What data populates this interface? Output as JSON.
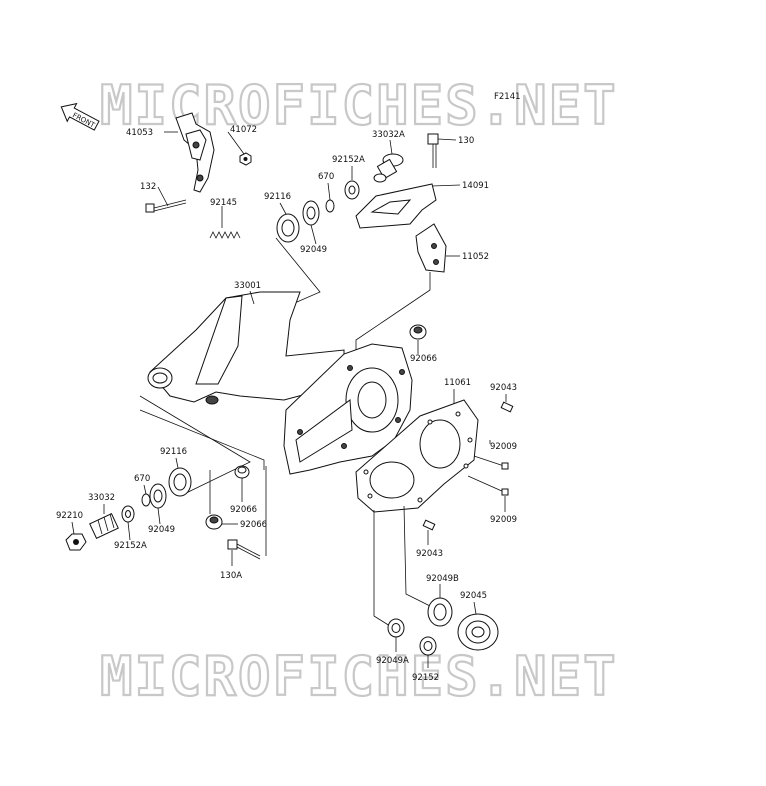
{
  "figure_code": "F2141",
  "front_label": "FRONT",
  "watermark": "MICROFICHES.NET",
  "parts": {
    "p41053": "41053",
    "p41072": "41072",
    "p132": "132",
    "p92145": "92145",
    "p33032A": "33032A",
    "p130": "130",
    "p92152A_top": "92152A",
    "p670_top": "670",
    "p14091": "14091",
    "p92116_top": "92116",
    "p92049_top": "92049",
    "p11052": "11052",
    "p33001": "33001",
    "p92066_right": "92066",
    "p11061": "11061",
    "p92043_top": "92043",
    "p92009_a": "92009",
    "p92009_b": "92009",
    "p92116_left": "92116",
    "p670_left": "670",
    "p33032": "33032",
    "p92210": "92210",
    "p92049_left": "92049",
    "p92152A_left": "92152A",
    "p92066_a": "92066",
    "p92066_b": "92066",
    "p130A": "130A",
    "p92043_low": "92043",
    "p92049B": "92049B",
    "p92045": "92045",
    "p92049A": "92049A",
    "p92152": "92152"
  }
}
